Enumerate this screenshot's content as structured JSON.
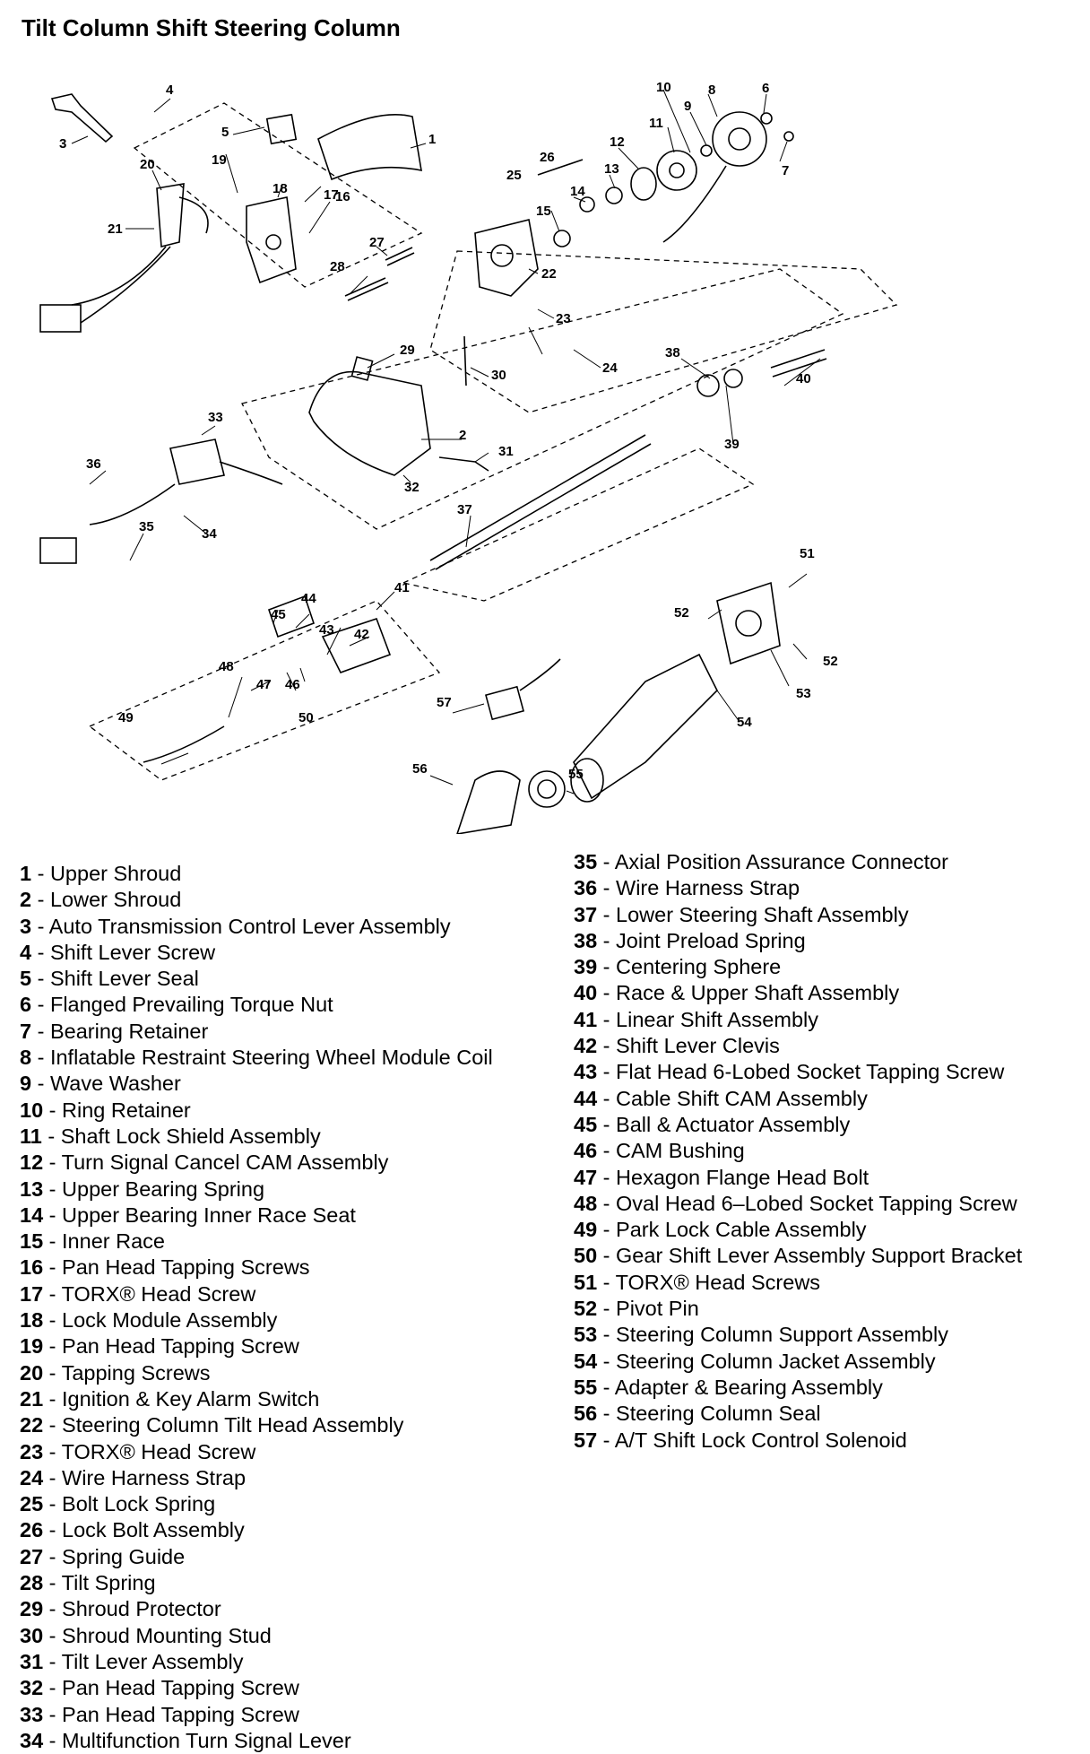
{
  "title": "Tilt Column Shift Steering Column",
  "legend_left": [
    {
      "num": "1",
      "label": " - Upper Shroud"
    },
    {
      "num": "2",
      "label": " - Lower Shroud"
    },
    {
      "num": "3",
      "label": " - Auto Transmission Control Lever Assembly"
    },
    {
      "num": "4",
      "label": " - Shift Lever Screw"
    },
    {
      "num": "5",
      "label": " - Shift Lever Seal"
    },
    {
      "num": "6",
      "label": " - Flanged Prevailing Torque Nut"
    },
    {
      "num": "7",
      "label": " - Bearing Retainer"
    },
    {
      "num": "8",
      "label": " - Inflatable Restraint Steering Wheel Module Coil"
    },
    {
      "num": "9",
      "label": " - Wave Washer"
    },
    {
      "num": "10",
      "label": " - Ring Retainer"
    },
    {
      "num": "11",
      "label": " - Shaft Lock Shield Assembly"
    },
    {
      "num": "12",
      "label": " - Turn Signal Cancel CAM Assembly"
    },
    {
      "num": "13",
      "label": " - Upper Bearing Spring"
    },
    {
      "num": "14",
      "label": " - Upper Bearing Inner Race Seat"
    },
    {
      "num": "15",
      "label": " - Inner Race"
    },
    {
      "num": "16",
      "label": " - Pan Head Tapping Screws"
    },
    {
      "num": "17",
      "label": " - TORX® Head Screw"
    },
    {
      "num": "18",
      "label": " - Lock Module Assembly"
    },
    {
      "num": "19",
      "label": " - Pan Head Tapping Screw"
    },
    {
      "num": "20",
      "label": " - Tapping Screws"
    },
    {
      "num": "21",
      "label": " - Ignition & Key Alarm Switch"
    },
    {
      "num": "22",
      "label": " - Steering Column Tilt Head Assembly"
    },
    {
      "num": "23",
      "label": " - TORX® Head Screw"
    },
    {
      "num": "24",
      "label": " - Wire Harness Strap"
    },
    {
      "num": "25",
      "label": " - Bolt Lock Spring"
    },
    {
      "num": "26",
      "label": " - Lock Bolt Assembly"
    },
    {
      "num": "27",
      "label": " - Spring Guide"
    },
    {
      "num": "28",
      "label": " - Tilt Spring"
    },
    {
      "num": "29",
      "label": " - Shroud Protector"
    },
    {
      "num": "30",
      "label": " - Shroud Mounting Stud"
    },
    {
      "num": "31",
      "label": " - Tilt Lever Assembly"
    },
    {
      "num": "32",
      "label": " - Pan Head Tapping Screw"
    },
    {
      "num": "33",
      "label": " - Pan Head Tapping Screw"
    },
    {
      "num": "34",
      "label": " - Multifunction Turn Signal Lever"
    }
  ],
  "legend_right": [
    {
      "num": "35",
      "label": " - Axial Position Assurance Connector"
    },
    {
      "num": "36",
      "label": " - Wire Harness Strap"
    },
    {
      "num": "37",
      "label": " - Lower Steering Shaft Assembly"
    },
    {
      "num": "38",
      "label": " - Joint Preload Spring"
    },
    {
      "num": "39",
      "label": " - Centering Sphere"
    },
    {
      "num": "40",
      "label": " - Race & Upper Shaft Assembly"
    },
    {
      "num": "41",
      "label": " - Linear Shift Assembly"
    },
    {
      "num": "42",
      "label": " - Shift Lever Clevis"
    },
    {
      "num": "43",
      "label": " - Flat Head 6-Lobed Socket Tapping Screw"
    },
    {
      "num": "44",
      "label": " - Cable Shift CAM Assembly"
    },
    {
      "num": "45",
      "label": " - Ball & Actuator Assembly"
    },
    {
      "num": "46",
      "label": " - CAM Bushing"
    },
    {
      "num": "47",
      "label": " - Hexagon Flange Head Bolt"
    },
    {
      "num": "48",
      "label": " - Oval Head 6–Lobed Socket Tapping Screw"
    },
    {
      "num": "49",
      "label": " - Park Lock Cable Assembly"
    },
    {
      "num": "50",
      "label": " - Gear Shift Lever Assembly Support Bracket"
    },
    {
      "num": "51",
      "label": " - TORX® Head Screws"
    },
    {
      "num": "52",
      "label": " - Pivot Pin"
    },
    {
      "num": "53",
      "label": " - Steering Column Support Assembly"
    },
    {
      "num": "54",
      "label": " - Steering Column Jacket Assembly"
    },
    {
      "num": "55",
      "label": " - Adapter & Bearing Assembly"
    },
    {
      "num": "56",
      "label": " - Steering Column Seal"
    },
    {
      "num": "57",
      "label": " - A/T Shift Lock Control Solenoid"
    }
  ],
  "callouts": [
    "1",
    "2",
    "3",
    "4",
    "5",
    "6",
    "7",
    "8",
    "9",
    "10",
    "11",
    "12",
    "13",
    "14",
    "15",
    "16",
    "17",
    "18",
    "19",
    "20",
    "21",
    "22",
    "23",
    "24",
    "25",
    "26",
    "27",
    "28",
    "29",
    "30",
    "31",
    "32",
    "33",
    "34",
    "35",
    "36",
    "37",
    "38",
    "39",
    "40",
    "41",
    "42",
    "43",
    "44",
    "45",
    "46",
    "47",
    "48",
    "49",
    "50",
    "51",
    "52",
    "52",
    "53",
    "54",
    "55",
    "56",
    "57"
  ]
}
